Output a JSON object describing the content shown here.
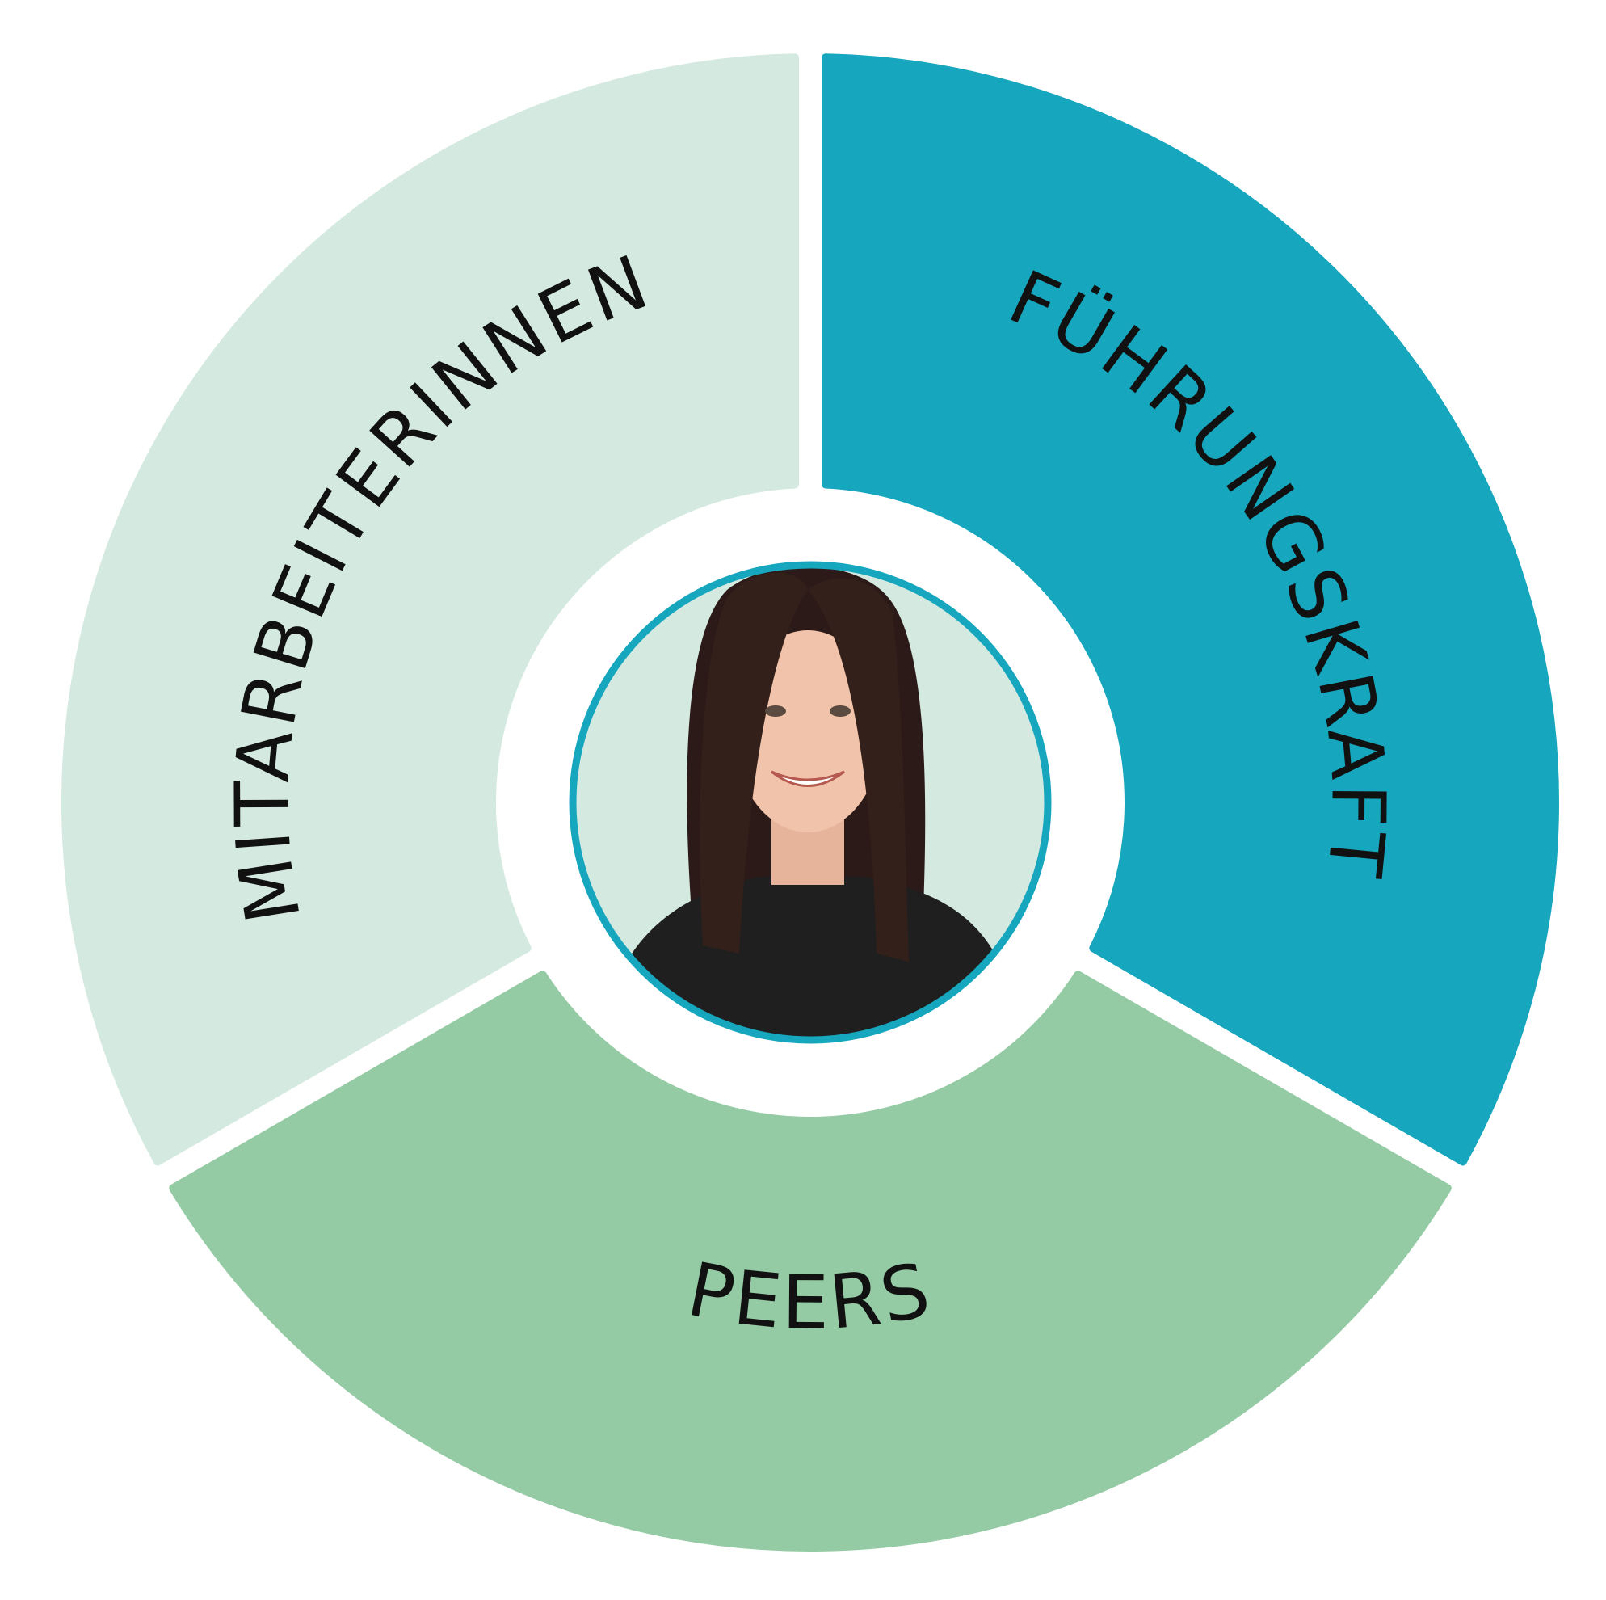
{
  "segments": [
    {
      "label": "FÜHRUNGSKRAFT",
      "color": "#16a6bd"
    },
    {
      "label": "PEERS",
      "color": "#94cba4"
    },
    {
      "label": "MITARBEITERINNEN",
      "color": "#d4e9e0"
    }
  ],
  "center": {
    "photo_background": "#d4e9e0",
    "ring_color": "#16a6bd"
  }
}
